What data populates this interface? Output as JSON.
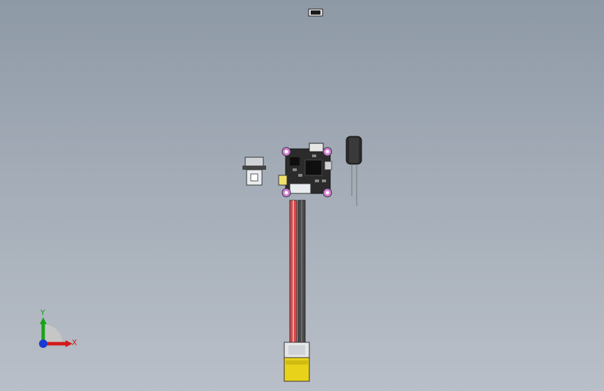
{
  "scene": {
    "background_top": "#8e99a6",
    "background_bottom": "#b9bfc8",
    "parts": [
      {
        "name": "small-connector-top",
        "color": "#1b1b1b"
      },
      {
        "name": "usb-c-connector",
        "color": "#d0d4d8"
      },
      {
        "name": "flight-controller-board",
        "color": "#1a1a1a"
      },
      {
        "name": "mounting-holes",
        "color": "#d37fd6"
      },
      {
        "name": "electrolytic-capacitor",
        "color": "#2a2a2a"
      },
      {
        "name": "power-wire-red",
        "color": "#d64a4a"
      },
      {
        "name": "power-wire-black",
        "color": "#4a4a4a"
      },
      {
        "name": "xt-connector",
        "color": "#e8d21a"
      }
    ]
  },
  "triad": {
    "x_label": "X",
    "y_label": "Y",
    "x_color": "#d11a1a",
    "y_color": "#18a418",
    "z_color": "#1a3ad1"
  }
}
